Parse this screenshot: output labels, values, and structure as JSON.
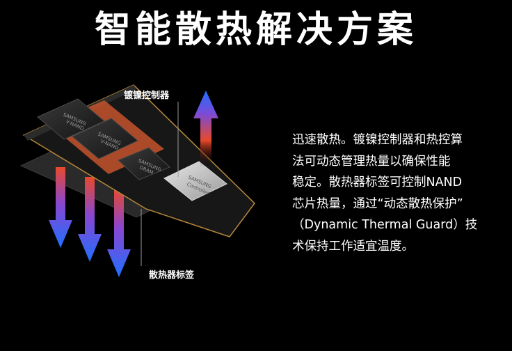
{
  "title": "智能散热解决方案",
  "labels": {
    "controller": "镀镍控制器",
    "heatsink": "散热器标签"
  },
  "chips": {
    "nand_brand": "SAMSUNG",
    "nand_model": "V-NAND",
    "dram_brand": "SAMSUNG",
    "dram_model": "DRAM",
    "controller_brand": "SAMSUNG",
    "controller_model": "Controller"
  },
  "description": [
    "迅速散热。镀镍控制器和热控算",
    "法可动态管理热量以确保性能",
    "稳定。散热器标签可控制NAND",
    "芯片热量，通过“动态散热保护”",
    "（Dynamic Thermal Guard）技",
    "术保持工作适宜温度。"
  ],
  "colors": {
    "background": "#000000",
    "text": "#ffffff",
    "arrow_hot": "#e8492b",
    "arrow_cool": "#1f6fff",
    "pcb": "#171717",
    "heatsink_copper": "#c4542d",
    "controller": "#bdbdbd"
  },
  "icons": [
    "heat-up-arrow-icon",
    "heat-down-arrow-icon"
  ]
}
